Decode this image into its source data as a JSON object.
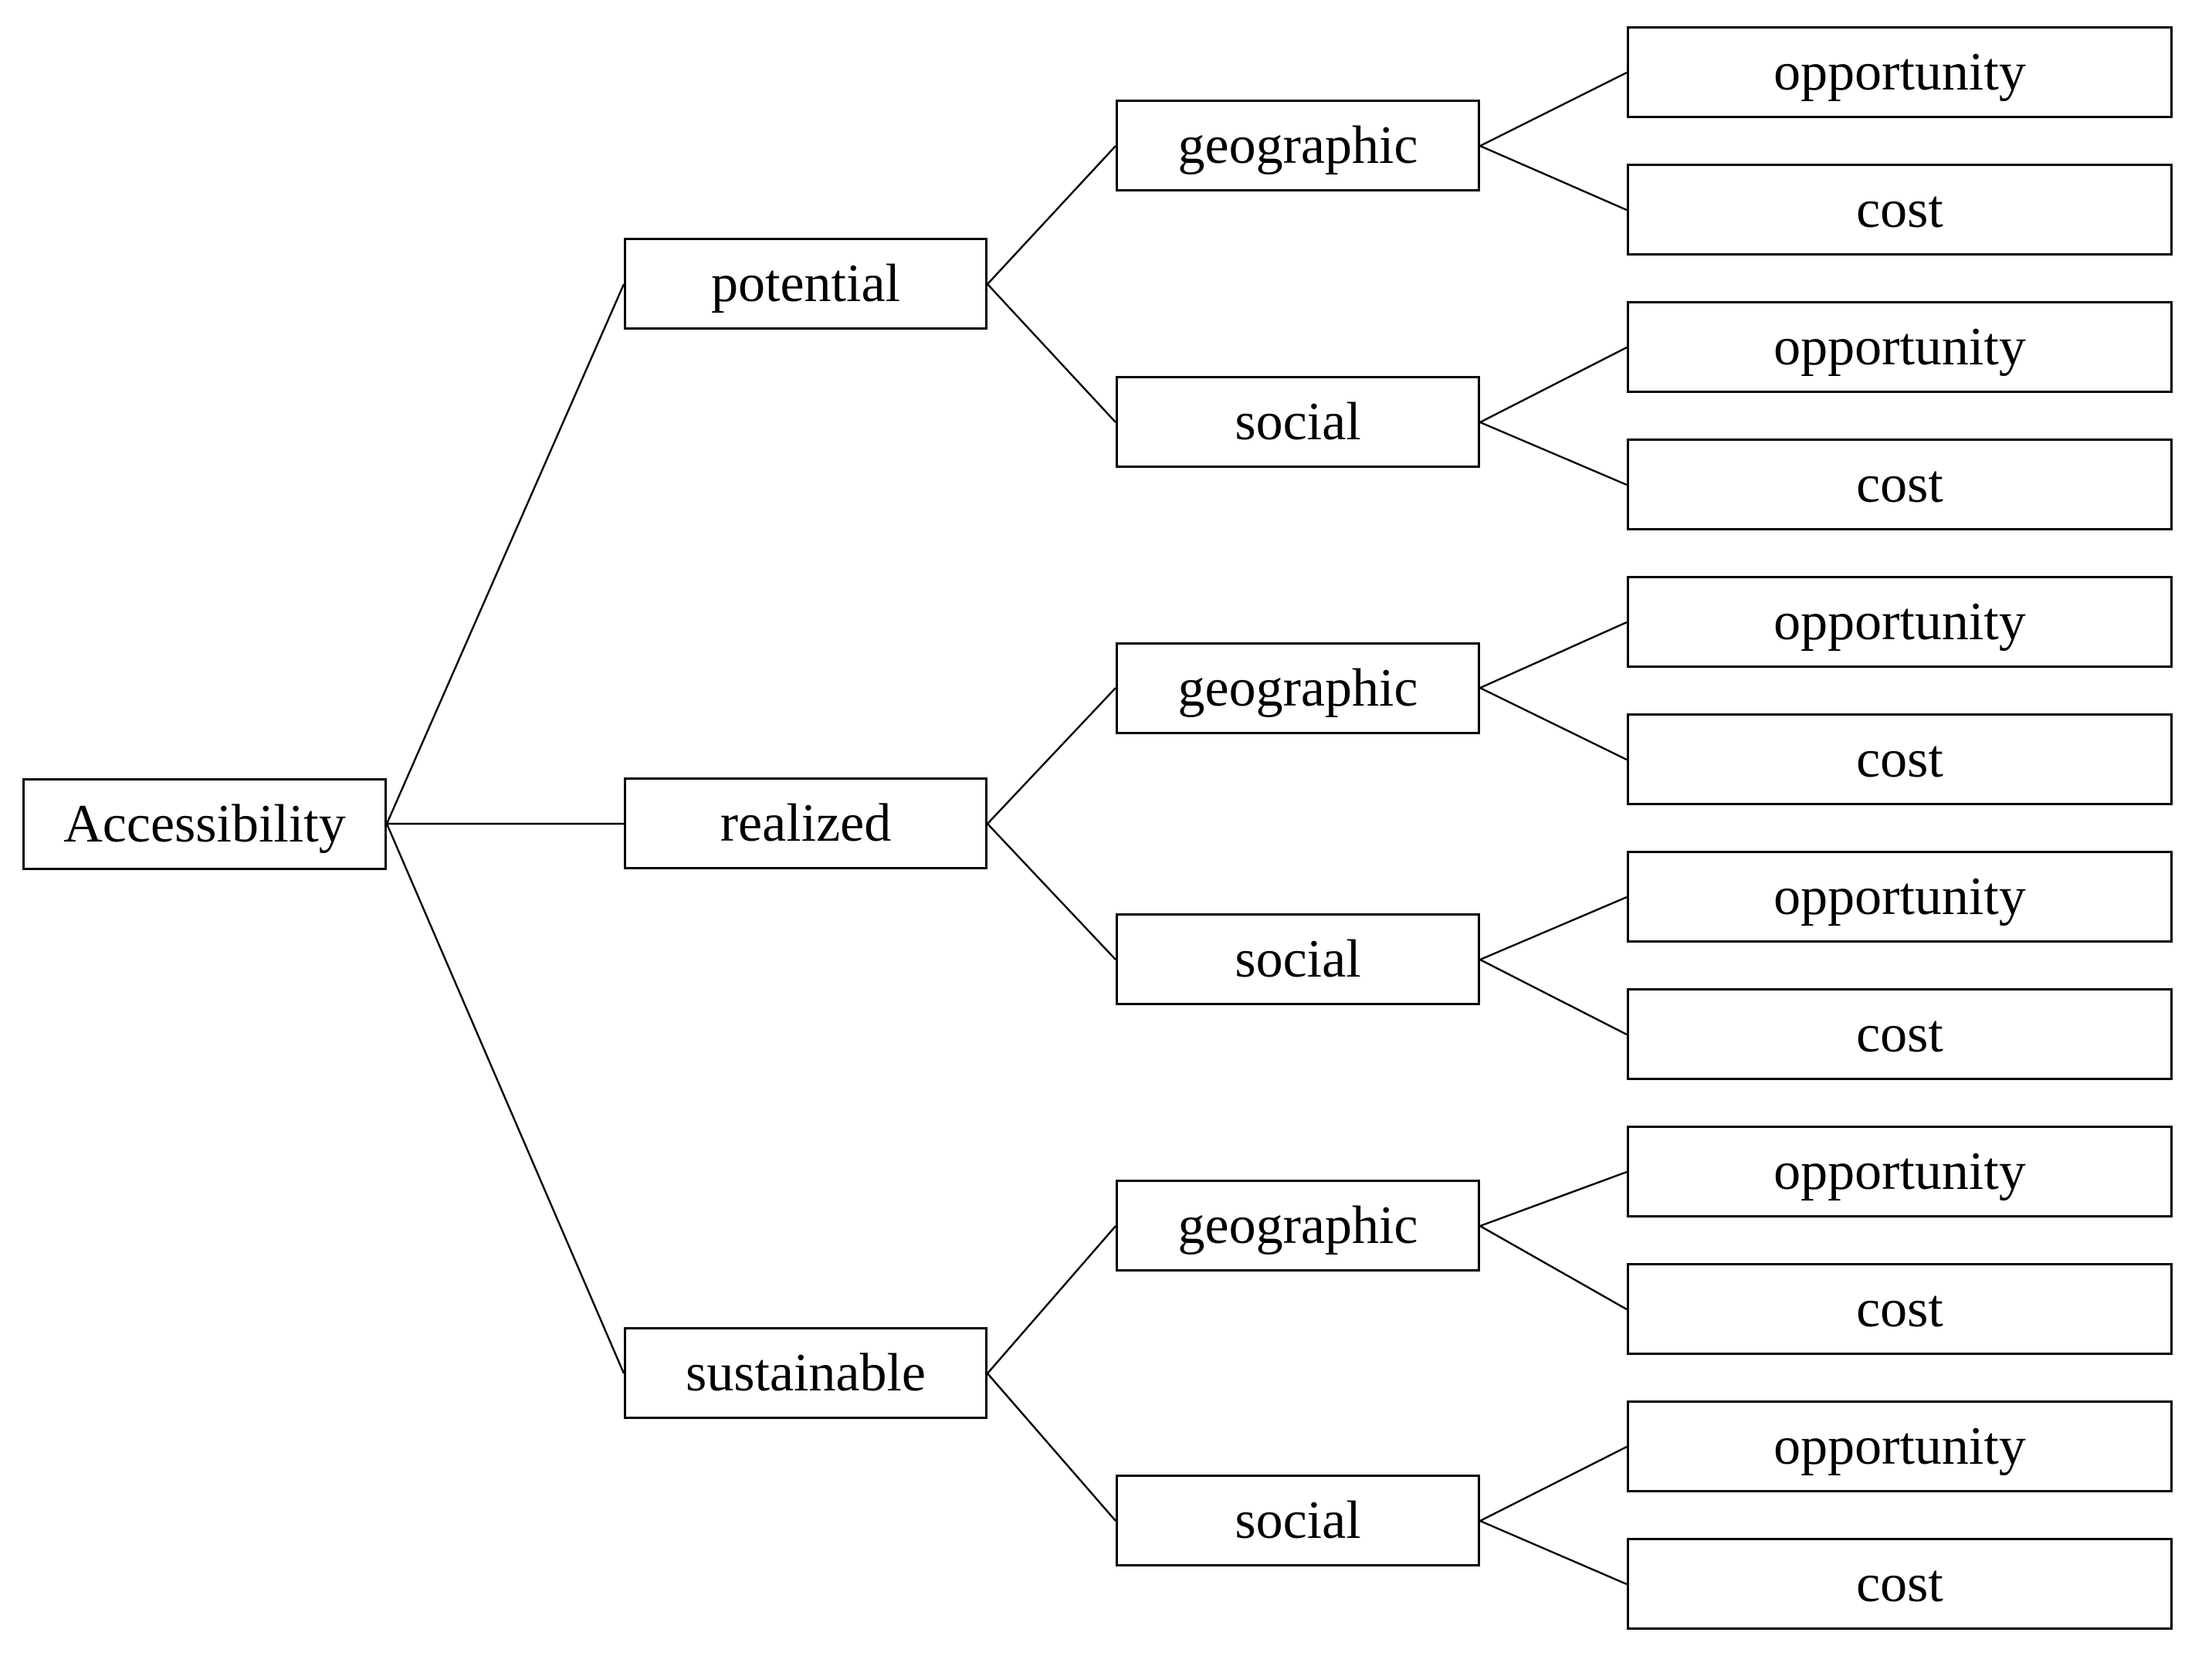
{
  "colors": {
    "background": "#ffffff",
    "box_fill": "#ffffff",
    "box_border": "#000000",
    "connector_line": "#000000",
    "text": "#000000"
  },
  "tree": {
    "root": {
      "label": "Accessibility",
      "children": [
        {
          "label": "potential",
          "children": [
            {
              "label": "geographic",
              "children": [
                {
                  "label": "opportunity"
                },
                {
                  "label": "cost"
                }
              ]
            },
            {
              "label": "social",
              "children": [
                {
                  "label": "opportunity"
                },
                {
                  "label": "cost"
                }
              ]
            }
          ]
        },
        {
          "label": "realized",
          "children": [
            {
              "label": "geographic",
              "children": [
                {
                  "label": "opportunity"
                },
                {
                  "label": "cost"
                }
              ]
            },
            {
              "label": "social",
              "children": [
                {
                  "label": "opportunity"
                },
                {
                  "label": "cost"
                }
              ]
            }
          ]
        },
        {
          "label": "sustainable",
          "children": [
            {
              "label": "geographic",
              "children": [
                {
                  "label": "opportunity"
                },
                {
                  "label": "cost"
                }
              ]
            },
            {
              "label": "social",
              "children": [
                {
                  "label": "opportunity"
                },
                {
                  "label": "cost"
                }
              ]
            }
          ]
        }
      ]
    }
  }
}
